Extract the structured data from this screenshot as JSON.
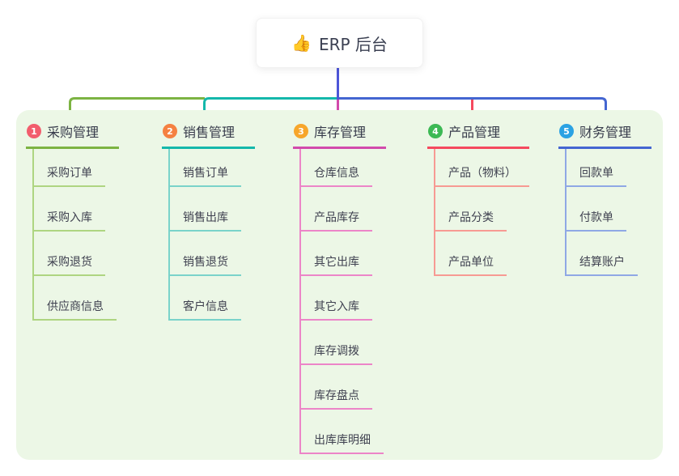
{
  "root": {
    "icon": "thumbs-up-icon",
    "label": "ERP 后台"
  },
  "colors": {
    "page_background": "#ffffff",
    "panel_background": "#ecf7e6",
    "root_connector": "#4d55d8",
    "header_text": "#373b4b",
    "child_text": "#3f4150"
  },
  "branches": [
    {
      "index": "1",
      "label": "采购管理",
      "badge_color": "#f25d6d",
      "line_color": "#7cb342",
      "child_line_color": "#aed581",
      "children": [
        "采购订单",
        "采购入库",
        "采购退货",
        "供应商信息"
      ]
    },
    {
      "index": "2",
      "label": "销售管理",
      "badge_color": "#f58142",
      "line_color": "#14b8ab",
      "child_line_color": "#7ad3ca",
      "children": [
        "销售订单",
        "销售出库",
        "销售退货",
        "客户信息"
      ]
    },
    {
      "index": "3",
      "label": "库存管理",
      "badge_color": "#f7a62b",
      "line_color": "#d24aac",
      "child_line_color": "#ec85c8",
      "children": [
        "仓库信息",
        "产品库存",
        "其它出库",
        "其它入库",
        "库存调拨",
        "库存盘点",
        "出库库明细"
      ]
    },
    {
      "index": "4",
      "label": "产品管理",
      "badge_color": "#3cb954",
      "line_color": "#f5495e",
      "child_line_color": "#f79a93",
      "children": [
        "产品（物料）",
        "产品分类",
        "产品单位"
      ]
    },
    {
      "index": "5",
      "label": "财务管理",
      "badge_color": "#2ba2e3",
      "line_color": "#4466d1",
      "child_line_color": "#8fa8e5",
      "children": [
        "回款单",
        "付款单",
        "结算账户"
      ]
    }
  ]
}
